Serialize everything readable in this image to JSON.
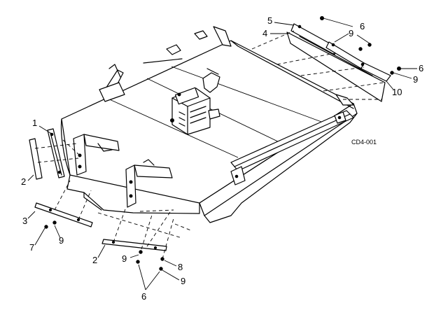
{
  "diagram": {
    "reference_code": "CD4-001",
    "callouts": {
      "c1": "1",
      "c2a": "2",
      "c2b": "2",
      "c3": "3",
      "c4": "4",
      "c5": "5",
      "c6a": "6",
      "c6b": "6",
      "c6c": "6",
      "c7": "7",
      "c8": "8",
      "c9a": "9",
      "c9b": "9",
      "c9c": "9",
      "c9d": "9",
      "c9e": "9",
      "c10": "10"
    }
  }
}
